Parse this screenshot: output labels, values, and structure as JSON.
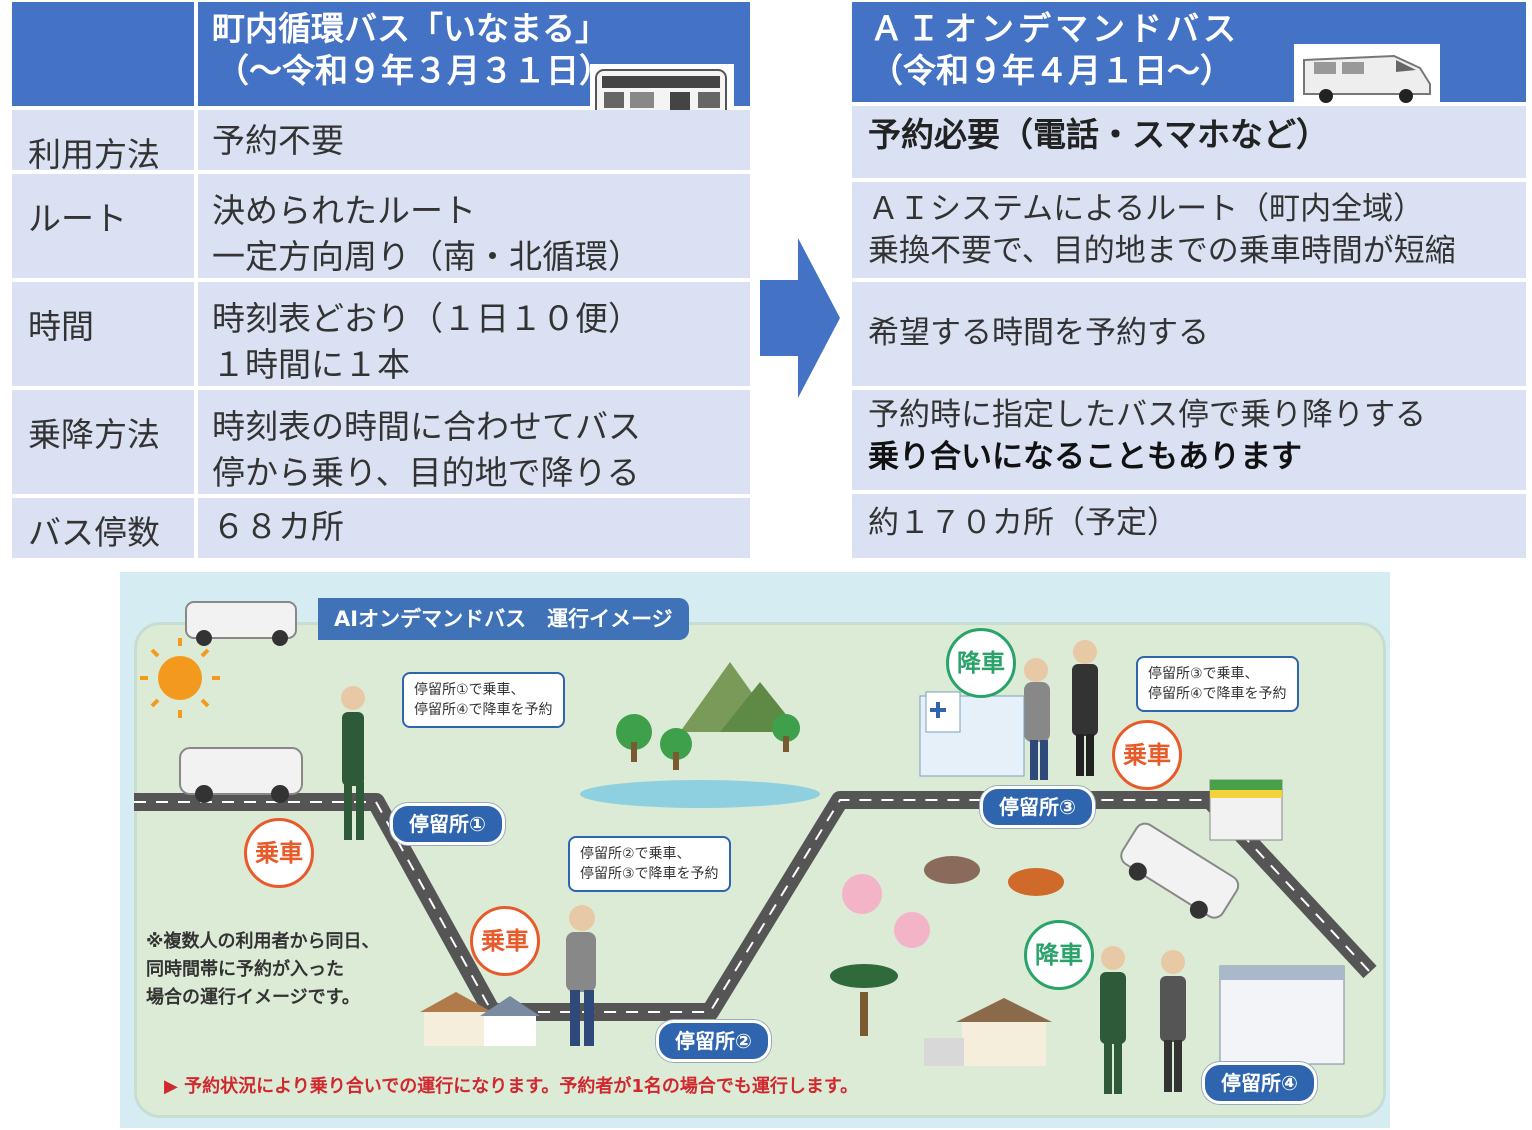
{
  "left_table": {
    "header_title": "町内循環バス「いなまる」",
    "header_subtitle": "（〜令和９年３月３１日）",
    "rows": [
      {
        "label": "利用方法",
        "value_line1": "予約不要",
        "value_line2": ""
      },
      {
        "label": "ルート",
        "value_line1": "決められたルート",
        "value_line2": "一定方向周り（南・北循環）"
      },
      {
        "label": "時間",
        "value_line1": "時刻表どおり（１日１０便）",
        "value_line2": "１時間に１本"
      },
      {
        "label": "乗降方法",
        "value_line1": "時刻表の時間に合わせてバス",
        "value_line2": "停から乗り、目的地で降りる"
      },
      {
        "label": "バス停数",
        "value_line1": "６８カ所",
        "value_line2": ""
      }
    ]
  },
  "right_table": {
    "header_title": "ＡＩオンデマンドバス",
    "header_subtitle": "（令和９年４月１日〜）",
    "rows": [
      {
        "value_line1": "予約必要（電話・スマホなど）",
        "value_line2": ""
      },
      {
        "value_line1": "ＡＩシステムによるルート（町内全域）",
        "value_line2": "乗換不要で、目的地までの乗車時間が短縮"
      },
      {
        "value_line1": "希望する時間を予約する",
        "value_line2": ""
      },
      {
        "value_line1": "予約時に指定したバス停で乗り降りする",
        "value_line2": "乗り合いになることもあります"
      },
      {
        "value_line1": "約１７０カ所（予定）",
        "value_line2": ""
      }
    ]
  },
  "illustration": {
    "banner": "AIオンデマンドバス　運行イメージ",
    "stops": [
      "停留所①",
      "停留所②",
      "停留所③",
      "停留所④"
    ],
    "bubble1": "停留所①で乗車、\n停留所④で降車を予約",
    "bubble2": "停留所②で乗車、\n停留所③で降車を予約",
    "bubble3": "停留所③で乗車、\n停留所④で降車を予約",
    "board": "乗車",
    "alight": "降車",
    "note": "※複数人の利用者から同日、\n同時間帯に予約が入った\n場合の運行イメージです。",
    "bottom_note": "▶ 予約状況により乗り合いでの運行になります。予約者が1名の場合でも運行します。"
  },
  "colors": {
    "header_blue": "#4472c4",
    "row_bg": "#d9e1f2",
    "arrow": "#4472c4",
    "stop_blue": "#2e65ae",
    "board_red": "#e85a2a",
    "alight_green": "#2aa36b"
  }
}
